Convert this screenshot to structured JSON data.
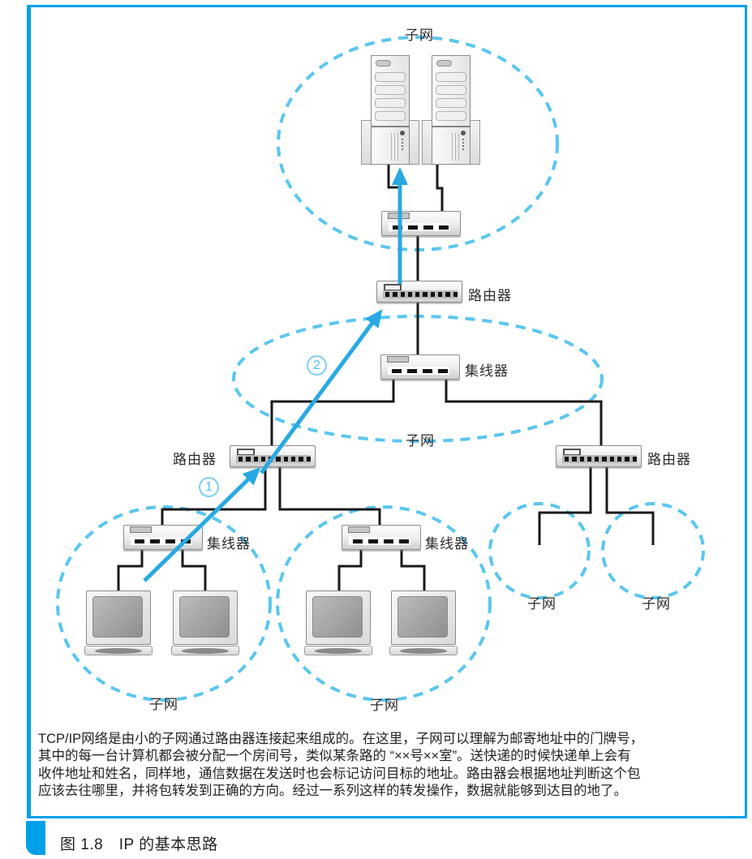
{
  "colors": {
    "frame_blue": "#00a0e9",
    "dash_blue": "#5bc6ee",
    "arrow_blue": "#29a9e1",
    "wire_black": "#1a1a1a",
    "text_dark": "#231f20"
  },
  "diagram": {
    "subnet_labels": {
      "top": "子网",
      "middle": "子网",
      "bottom_left": "子网",
      "bottom_center": "子网",
      "right_left": "子网",
      "right_right": "子网"
    },
    "device_labels": {
      "router_top": "路由器",
      "hub_middle": "集线器",
      "router_left": "路由器",
      "router_right": "路由器",
      "hub_bottom_left": "集线器",
      "hub_bottom_center": "集线器"
    },
    "steps": {
      "one": "1",
      "two": "2"
    }
  },
  "description": {
    "lines": [
      "TCP/IP网络是由小的子网通过路由器连接起来组成的。在这里，子网可以理解为邮寄地址中的门牌号，",
      "其中的每一台计算机都会被分配一个房间号，类似某条路的 “××号××室”。送快递的时候快递单上会有",
      "收件地址和姓名，同样地，通信数据在发送时也会标记访问目标的地址。路由器会根据地址判断这个包",
      "应该去往哪里，并将包转发到正确的方向。经过一系列这样的转发操作，数据就能够到达目的地了。"
    ]
  },
  "caption": {
    "text": "图 1.8　IP 的基本思路"
  }
}
